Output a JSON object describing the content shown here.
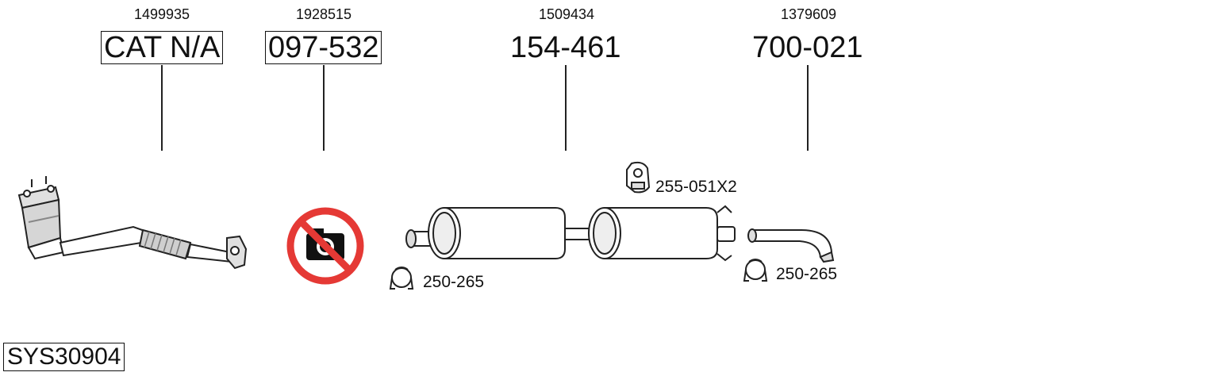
{
  "parts": [
    {
      "ref": "1499935",
      "code": "CAT N/A",
      "boxed": true
    },
    {
      "ref": "1928515",
      "code": "097-532",
      "boxed": true
    },
    {
      "ref": "1509434",
      "code": "154-461",
      "boxed": false
    },
    {
      "ref": "1379609",
      "code": "700-021",
      "boxed": false
    }
  ],
  "accessories": {
    "hanger": "255-051X2",
    "clamp_left": "250-265",
    "clamp_right": "250-265"
  },
  "system_code": "SYS30904",
  "colors": {
    "no_photo_red": "#e53935",
    "line": "#222222",
    "part_fill": "#ffffff",
    "shade": "#bdbdbd"
  },
  "icons": {
    "no_photo": "no-photo-icon"
  }
}
